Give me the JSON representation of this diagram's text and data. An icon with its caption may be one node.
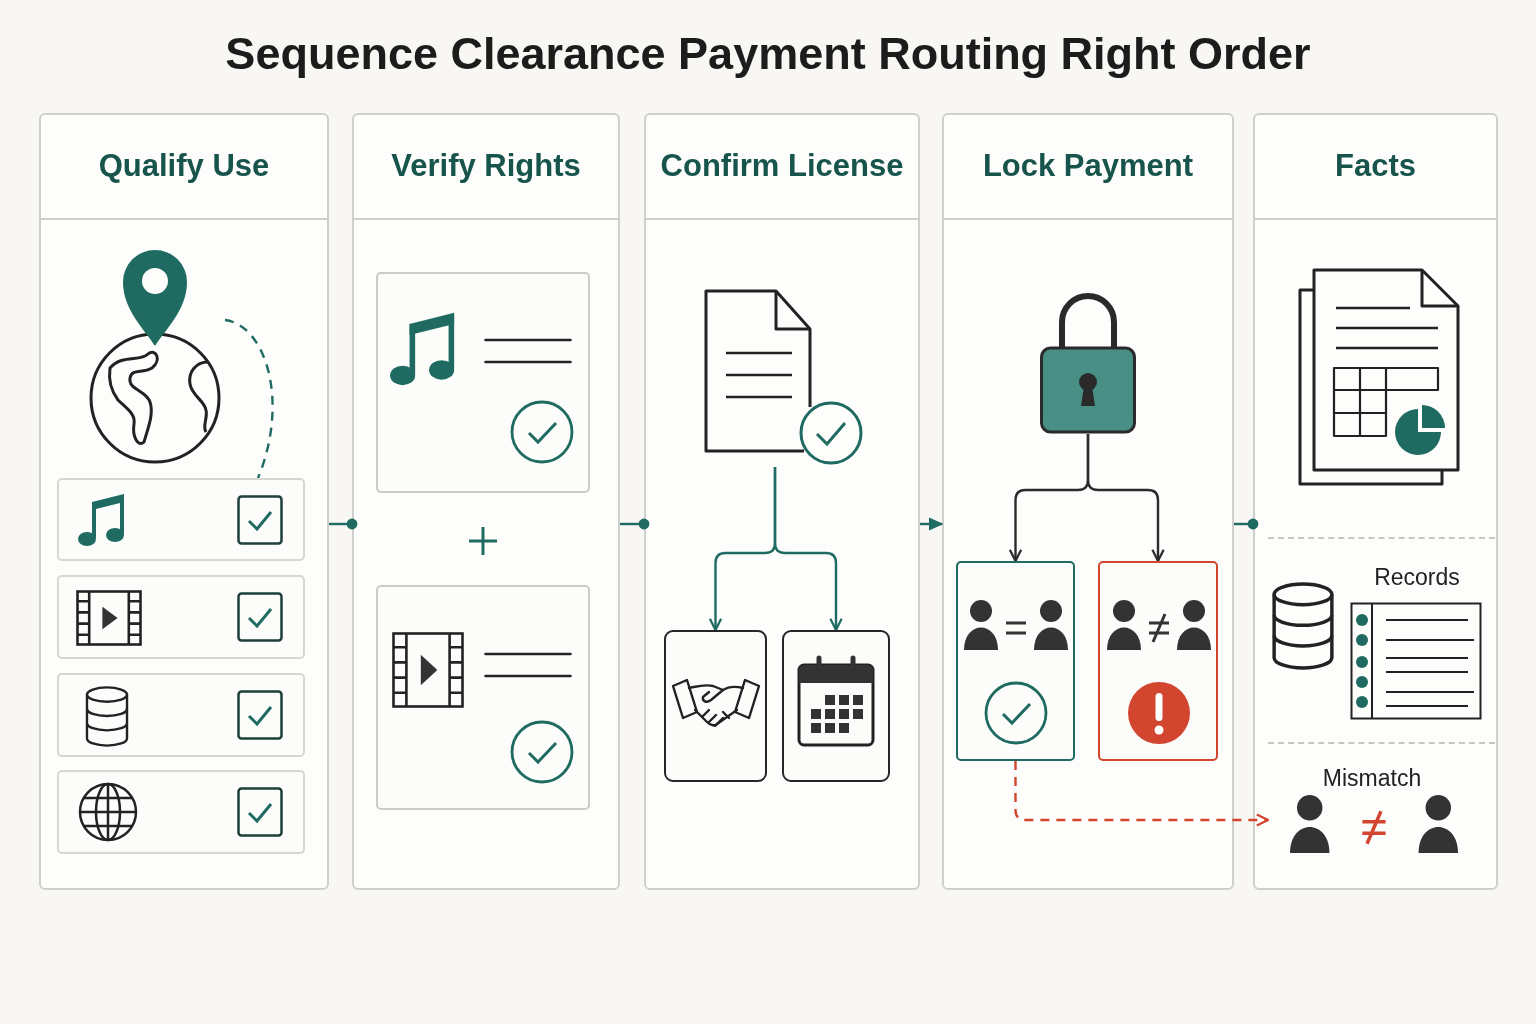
{
  "diagram": {
    "title": "Sequence Clearance Payment Routing Right Order",
    "nodes": [
      {
        "text": [
          "Qualify Use"
        ]
      },
      {
        "text": [
          "Verify Rights"
        ]
      },
      {
        "text": [
          "Confirm License"
        ]
      },
      {
        "text": [
          "Lock Payment"
        ]
      },
      {
        "text": [
          "Facts"
        ]
      },
      {
        "text": [],
        "shape": "picture",
        "in": 0
      },
      {
        "text": [],
        "shape": "box",
        "in": 0
      },
      {
        "text": [],
        "shape": "box",
        "in": 0
      },
      {
        "text": [],
        "shape": "box",
        "in": 0
      },
      {
        "text": [],
        "shape": "box",
        "in": 0
      },
      {
        "text": [],
        "shape": "box",
        "in": 1
      },
      {
        "text": [],
        "shape": "box",
        "in": 1
      },
      {
        "text": [],
        "shape": "picture",
        "in": 2
      },
      {
        "text": [],
        "shape": "box",
        "in": 2
      },
      {
        "text": [],
        "shape": "box",
        "in": 2
      },
      {
        "text": [],
        "shape": "picture",
        "in": 3
      },
      {
        "text": [],
        "shape": "box",
        "in": 3
      },
      {
        "text": [],
        "shape": "box",
        "in": 3
      },
      {
        "text": [
          "Records"
        ],
        "in": 4
      },
      {
        "text": [
          "Mismatch"
        ],
        "in": 4
      }
    ],
    "edges": [
      {
        "from": 0,
        "to": 1,
        "arrow": "other"
      },
      {
        "from": 1,
        "to": 2,
        "arrow": "other"
      },
      {
        "from": 2,
        "to": 3,
        "arrow": "to"
      },
      {
        "from": 3,
        "to": 4,
        "arrow": "other"
      },
      {
        "from": 5,
        "to": 6,
        "arrow": "none",
        "style": "dashed"
      },
      {
        "from": 12,
        "to": 13,
        "arrow": "to"
      },
      {
        "from": 12,
        "to": 14,
        "arrow": "to"
      },
      {
        "from": 15,
        "to": 16,
        "arrow": "to",
        "color": "#2b2b2b"
      },
      {
        "from": 15,
        "to": 17,
        "arrow": "to",
        "color": "#2b2b2b"
      },
      {
        "from": 16,
        "to": 19,
        "arrow": "to",
        "style": "dashed",
        "color": "#d2452f"
      }
    ]
  }
}
